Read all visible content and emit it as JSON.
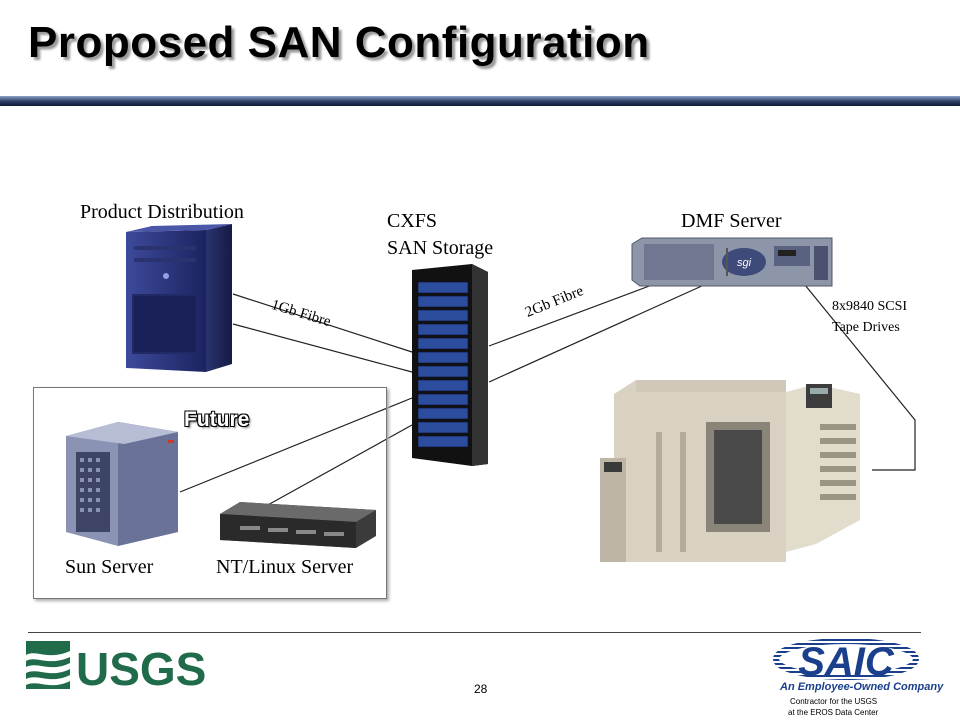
{
  "slide": {
    "title": "Proposed SAN Configuration",
    "page_number": "28"
  },
  "nodes": {
    "product_distribution": "Product Distribution",
    "cxfs_line1": "CXFS",
    "cxfs_line2": "SAN Storage",
    "dmf_server": "DMF Server",
    "tape_line1": "8x9840 SCSI",
    "tape_line2": "Tape Drives",
    "sun_server": "Sun Server",
    "nt_linux_server": "NT/Linux Server"
  },
  "links": {
    "gb1": "1Gb Fibre",
    "gb2": "2Gb Fibre"
  },
  "future_group": {
    "label": "Future"
  },
  "footer": {
    "usgs_logo_text": "USGS",
    "saic_logo_text": "SAIC",
    "saic_tagline": "An Employee-Owned Company",
    "contractor_line1": "Contractor for the USGS",
    "contractor_line2": "at the EROS Data Center"
  },
  "colors": {
    "title_bar": "#1b2b4f",
    "usgs_green": "#1f6b4a",
    "saic_blue": "#1a3f8c"
  }
}
